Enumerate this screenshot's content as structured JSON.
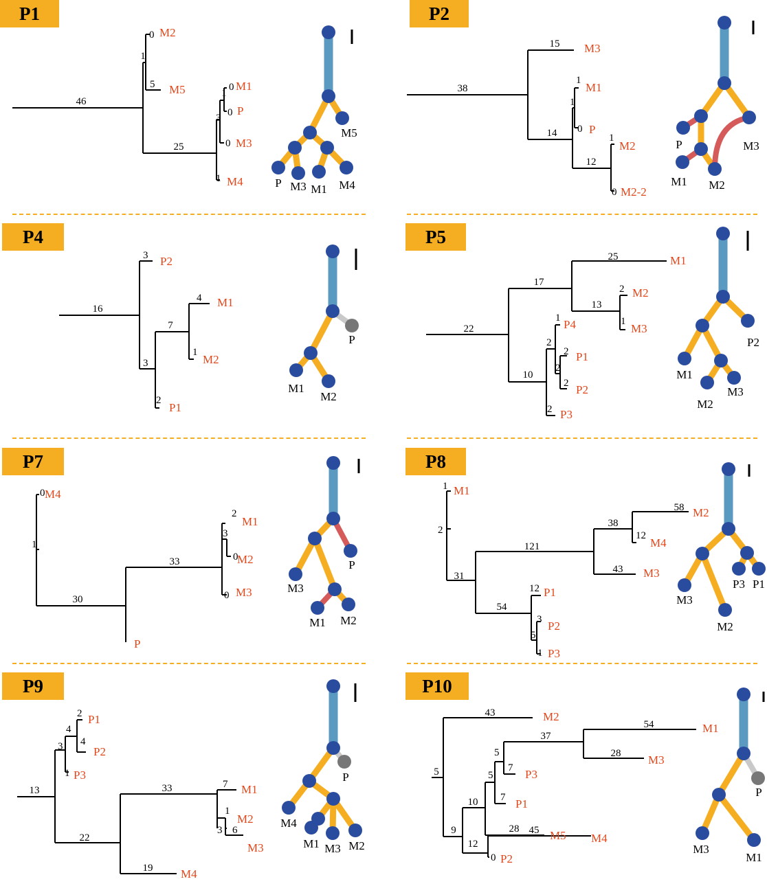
{
  "colors": {
    "badge": "#f5ae22",
    "leaf_label": "#e2471b",
    "trunk": "#5a9ac1",
    "branch": "#f5ae22",
    "node": "#2a4c9e",
    "red_edge": "#d55a5a",
    "grey": "#777777"
  },
  "panels": [
    {
      "id": "P1",
      "tree": {
        "edges": [
          {
            "label": "46"
          },
          {
            "label": "1"
          },
          {
            "label": "0"
          },
          {
            "label": "5"
          },
          {
            "label": "25"
          },
          {
            "label": "3"
          },
          {
            "label": "1"
          },
          {
            "label": "0"
          },
          {
            "label": "0"
          },
          {
            "label": "0"
          },
          {
            "label": "1"
          }
        ],
        "leaves": [
          "M2",
          "M5",
          "M1",
          "P",
          "M3",
          "M4"
        ]
      },
      "graph": {
        "labels": [
          "M5",
          "P",
          "M3",
          "M1",
          "M4"
        ]
      }
    },
    {
      "id": "P2",
      "tree": {
        "edges": [
          {
            "label": "38"
          },
          {
            "label": "15"
          },
          {
            "label": "14"
          },
          {
            "label": "1"
          },
          {
            "label": "1"
          },
          {
            "label": "0"
          },
          {
            "label": "12"
          },
          {
            "label": "1"
          },
          {
            "label": "0"
          }
        ],
        "leaves": [
          "M3",
          "M1",
          "P",
          "M2",
          "M2-2"
        ]
      },
      "graph": {
        "labels": [
          "P",
          "M3",
          "M1",
          "M2"
        ]
      }
    },
    {
      "id": "P4",
      "tree": {
        "edges": [
          {
            "label": "16"
          },
          {
            "label": "3"
          },
          {
            "label": "3"
          },
          {
            "label": "7"
          },
          {
            "label": "4"
          },
          {
            "label": "1"
          },
          {
            "label": "2"
          }
        ],
        "leaves": [
          "P2",
          "M1",
          "M2",
          "P1"
        ]
      },
      "graph": {
        "labels": [
          "P",
          "M1",
          "M2"
        ]
      }
    },
    {
      "id": "P5",
      "tree": {
        "edges": [
          {
            "label": "22"
          },
          {
            "label": "17"
          },
          {
            "label": "25"
          },
          {
            "label": "13"
          },
          {
            "label": "2"
          },
          {
            "label": "1"
          },
          {
            "label": "10"
          },
          {
            "label": "2"
          },
          {
            "label": "1"
          },
          {
            "label": "2"
          },
          {
            "label": "2"
          },
          {
            "label": "2"
          },
          {
            "label": "2"
          }
        ],
        "leaves": [
          "M1",
          "M2",
          "M3",
          "P4",
          "P1",
          "P2",
          "P3"
        ]
      },
      "graph": {
        "labels": [
          "P2",
          "M1",
          "M2",
          "M3"
        ]
      }
    },
    {
      "id": "P7",
      "tree": {
        "edges": [
          {
            "label": "0"
          },
          {
            "label": "1"
          },
          {
            "label": "30"
          },
          {
            "label": "33"
          },
          {
            "label": "2"
          },
          {
            "label": "3"
          },
          {
            "label": "0"
          },
          {
            "label": "0"
          },
          {
            "label": "1"
          }
        ],
        "leaves": [
          "M4",
          "M1",
          "M2",
          "M3",
          "P"
        ]
      },
      "graph": {
        "labels": [
          "P",
          "M3",
          "M1",
          "M2"
        ]
      }
    },
    {
      "id": "P8",
      "tree": {
        "edges": [
          {
            "label": "1"
          },
          {
            "label": "2"
          },
          {
            "label": "31"
          },
          {
            "label": "121"
          },
          {
            "label": "38"
          },
          {
            "label": "58"
          },
          {
            "label": "12"
          },
          {
            "label": "43"
          },
          {
            "label": "54"
          },
          {
            "label": "12"
          },
          {
            "label": "3"
          },
          {
            "label": "5"
          },
          {
            "label": "1"
          }
        ],
        "leaves": [
          "M1",
          "M2",
          "M4",
          "M3",
          "P1",
          "P2",
          "P3"
        ]
      },
      "graph": {
        "labels": [
          "P3",
          "P1",
          "M3",
          "M2"
        ]
      }
    },
    {
      "id": "P9",
      "tree": {
        "edges": [
          {
            "label": "13"
          },
          {
            "label": "3"
          },
          {
            "label": "4"
          },
          {
            "label": "2"
          },
          {
            "label": "4"
          },
          {
            "label": "1"
          },
          {
            "label": "22"
          },
          {
            "label": "33"
          },
          {
            "label": "7"
          },
          {
            "label": "1"
          },
          {
            "label": "3"
          },
          {
            "label": "6"
          },
          {
            "label": "19"
          }
        ],
        "leaves": [
          "P1",
          "P2",
          "P3",
          "M1",
          "M2",
          "M3",
          "M4"
        ]
      },
      "graph": {
        "labels": [
          "P",
          "M4",
          "M1",
          "M3",
          "M2"
        ]
      }
    },
    {
      "id": "P10",
      "tree": {
        "edges": [
          {
            "label": "5"
          },
          {
            "label": "43"
          },
          {
            "label": "9"
          },
          {
            "label": "10"
          },
          {
            "label": "5"
          },
          {
            "label": "5"
          },
          {
            "label": "37"
          },
          {
            "label": "54"
          },
          {
            "label": "28"
          },
          {
            "label": "7"
          },
          {
            "label": "7"
          },
          {
            "label": "28"
          },
          {
            "label": "12"
          },
          {
            "label": "45"
          },
          {
            "label": "0"
          }
        ],
        "leaves": [
          "M2",
          "M1",
          "M3",
          "P3",
          "P1",
          "M5",
          "M4",
          "P2"
        ]
      },
      "graph": {
        "labels": [
          "P",
          "M3",
          "M1"
        ]
      }
    }
  ]
}
